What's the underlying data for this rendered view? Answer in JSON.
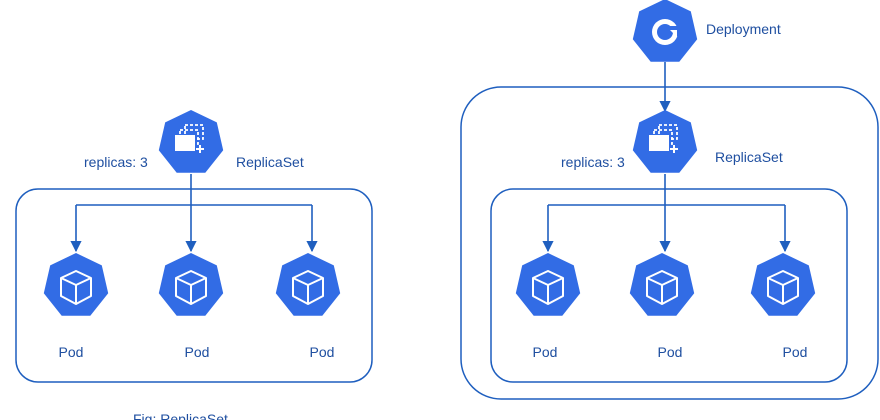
{
  "left": {
    "replicaset": {
      "label": "ReplicaSet",
      "replicas_label": "replicas: 3",
      "icon": "replicaset-icon"
    },
    "pods": [
      {
        "label": "Pod",
        "icon": "pod-icon"
      },
      {
        "label": "Pod",
        "icon": "pod-icon"
      },
      {
        "label": "Pod",
        "icon": "pod-icon"
      }
    ],
    "caption": "Fig: ReplicaSet"
  },
  "right": {
    "deployment": {
      "label": "Deployment",
      "icon": "deployment-icon"
    },
    "replicaset": {
      "label": "ReplicaSet",
      "replicas_label": "replicas: 3",
      "icon": "replicaset-icon"
    },
    "pods": [
      {
        "label": "Pod",
        "icon": "pod-icon"
      },
      {
        "label": "Pod",
        "icon": "pod-icon"
      },
      {
        "label": "Pod",
        "icon": "pod-icon"
      }
    ]
  },
  "colors": {
    "k8s_blue": "#326ce5",
    "line": "#1f5fbf",
    "text": "#1f4fa0"
  }
}
